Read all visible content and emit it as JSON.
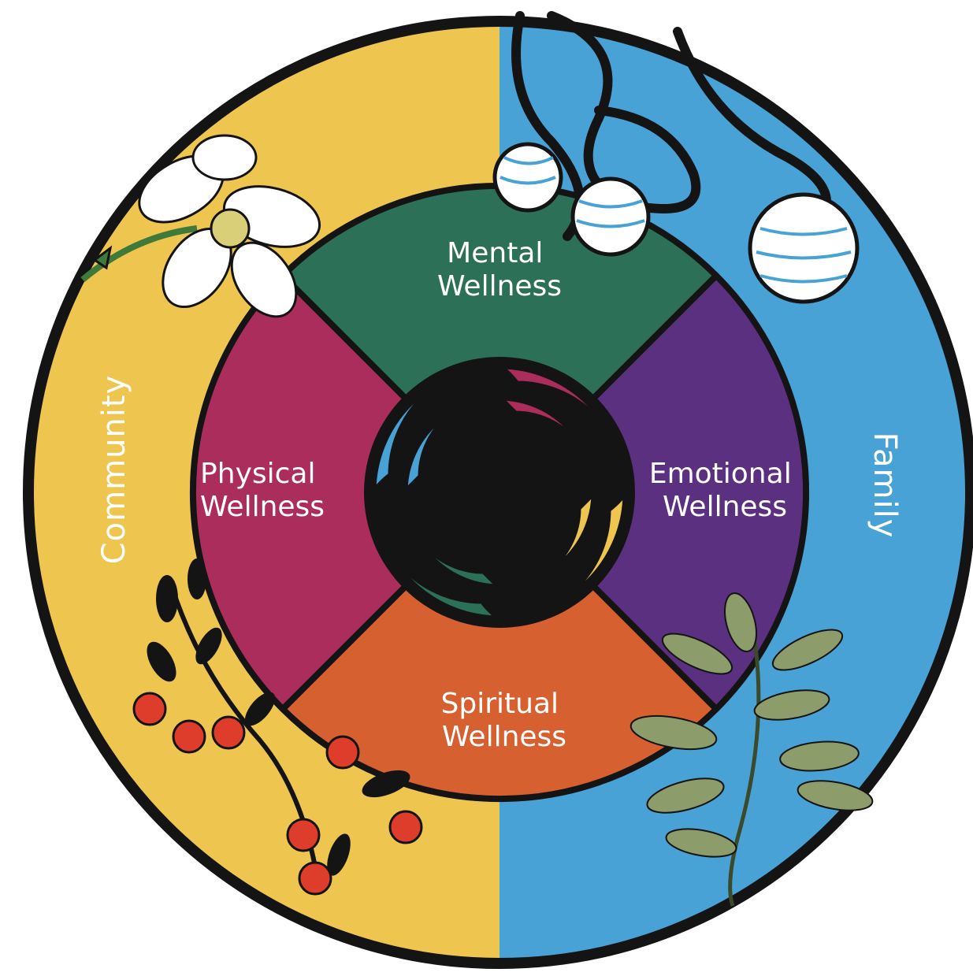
{
  "colors": {
    "community": "#EEC54E",
    "family": "#48A2D6",
    "mental": "#2C7057",
    "emotional": "#5C3081",
    "spiritual": "#D6602F",
    "physical": "#AA2D5C",
    "outline": "#141414",
    "berry": "#DE3D2C",
    "leaf": "#8C9C6A"
  },
  "outer_ring": {
    "left_label": "Community",
    "right_label": "Family"
  },
  "quadrants": {
    "mental": {
      "line1": "Mental",
      "line2": "Wellness"
    },
    "emotional": {
      "line1": "Emotional",
      "line2": "Wellness"
    },
    "spiritual": {
      "line1": "Spiritual",
      "line2": "Wellness"
    },
    "physical": {
      "line1": "Physical",
      "line2": "Wellness"
    }
  },
  "center": {
    "icon": "swirl-icon"
  },
  "decorations": [
    "flower-icon",
    "beaded-strand-icon",
    "berry-branch-icon",
    "sage-branch-icon"
  ]
}
